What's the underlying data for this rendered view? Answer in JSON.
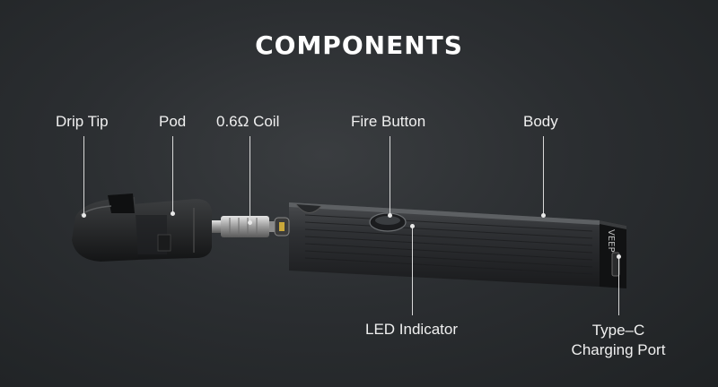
{
  "title": "COMPONENTS",
  "labels": {
    "drip_tip": "Drip Tip",
    "pod": "Pod",
    "coil": "0.6Ω Coil",
    "fire_button": "Fire Button",
    "body": "Body",
    "led_indicator": "LED Indicator",
    "type_c_line1": "Type–C",
    "type_c_line2": "Charging Port"
  },
  "body_logo": "VEEP",
  "colors": {
    "background": "#2b2e31",
    "text": "#f0f0f0",
    "leader_line": "#d8d8d8"
  }
}
